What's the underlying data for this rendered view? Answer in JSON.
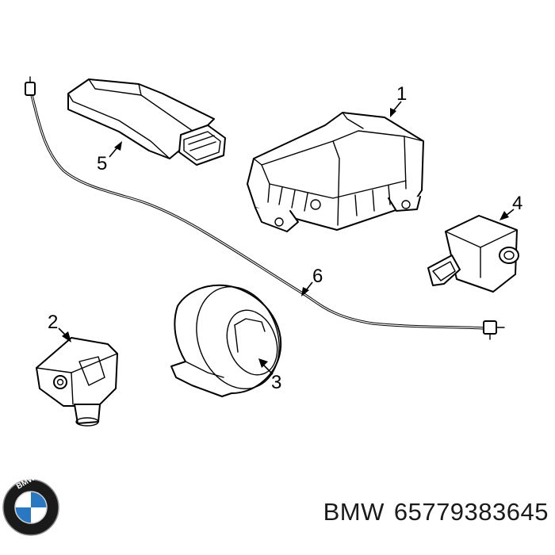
{
  "diagram": {
    "callouts": [
      "1",
      "2",
      "3",
      "4",
      "5",
      "6"
    ]
  },
  "footer": {
    "brand": "BMW",
    "part_number": "65779383645",
    "logo_text": "BMW",
    "logo_colors": {
      "ring": "#1a1a1a",
      "blue": "#2b78c2",
      "white": "#ffffff"
    }
  }
}
